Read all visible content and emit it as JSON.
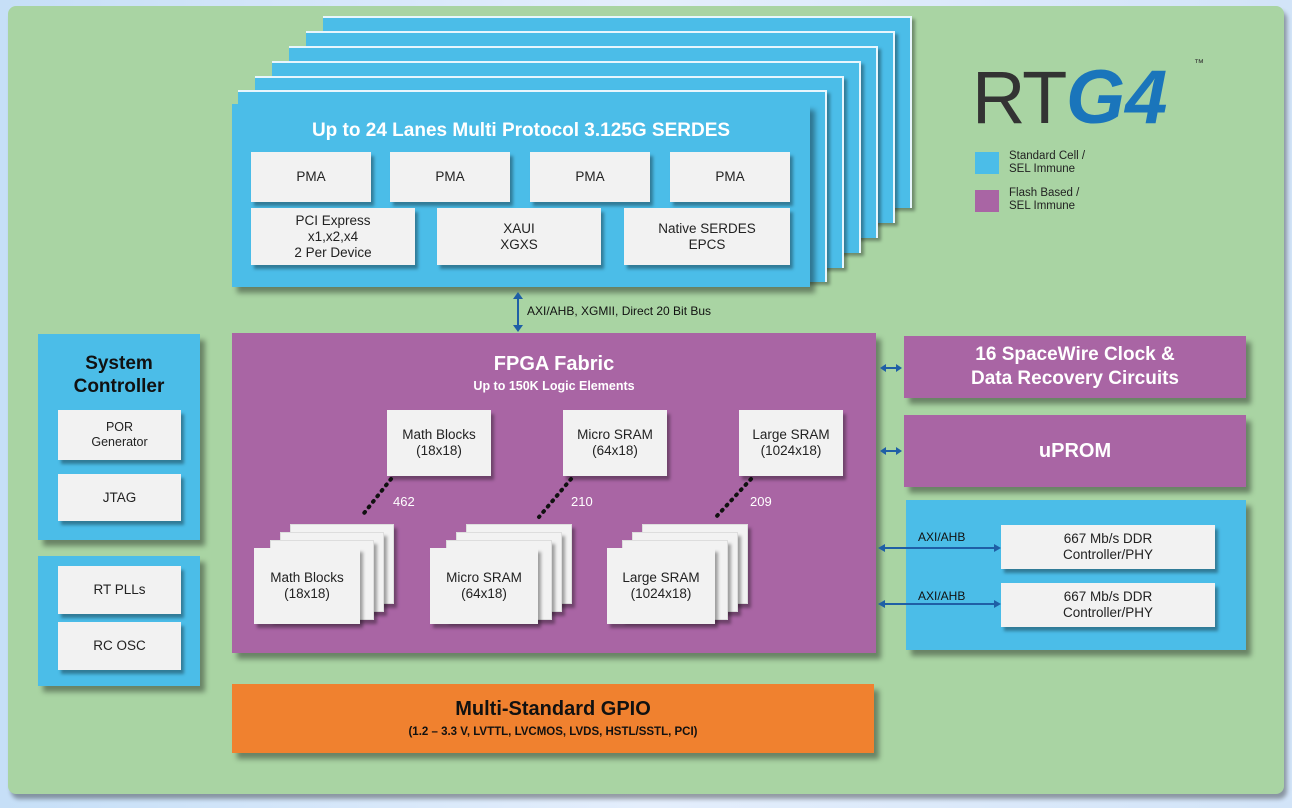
{
  "logo": {
    "text_rt": "RT",
    "text_g4": "G4",
    "tm": "™"
  },
  "legend": [
    {
      "label": "Standard Cell /\nSEL Immune",
      "color": "#4bbde8"
    },
    {
      "label": "Flash Based /\nSEL Immune",
      "color": "#a965a4"
    }
  ],
  "serdes": {
    "title": "Up to 24 Lanes Multi Protocol 3.125G SERDES",
    "pma": [
      "PMA",
      "PMA",
      "PMA",
      "PMA"
    ],
    "protocols": [
      "PCI Express\nx1,x2,x4\n2 Per Device",
      "XAUI\nXGXS",
      "Native SERDES\nEPCS"
    ]
  },
  "bus_label": "AXI/AHB, XGMII, Direct 20 Bit Bus",
  "system_controller": {
    "title": "System\nController",
    "items": [
      "POR\nGenerator",
      "JTAG"
    ]
  },
  "clocks": {
    "items": [
      "RT PLLs",
      "RC OSC"
    ]
  },
  "fpga": {
    "title": "FPGA Fabric",
    "subtitle": "Up to 150K Logic Elements",
    "singles": [
      "Math Blocks\n(18x18)",
      "Micro SRAM\n(64x18)",
      "Large SRAM\n(1024x18)"
    ],
    "counts": [
      "462",
      "210",
      "209"
    ],
    "stacks": [
      "Math Blocks\n(18x18)",
      "Micro SRAM\n(64x18)",
      "Large SRAM\n(1024x18)"
    ]
  },
  "spacewire": {
    "title": "16 SpaceWire Clock &\nData Recovery Circuits"
  },
  "uprom": {
    "title": "uPROM"
  },
  "ddr": {
    "bus_labels": [
      "AXI/AHB",
      "AXI/AHB"
    ],
    "controllers": [
      "667 Mb/s DDR\nController/PHY",
      "667 Mb/s DDR\nController/PHY"
    ]
  },
  "gpio": {
    "title": "Multi-Standard GPIO",
    "subtitle": "(1.2 – 3.3 V, LVTTL, LVCMOS, LVDS, HSTL/SSTL, PCI)"
  }
}
